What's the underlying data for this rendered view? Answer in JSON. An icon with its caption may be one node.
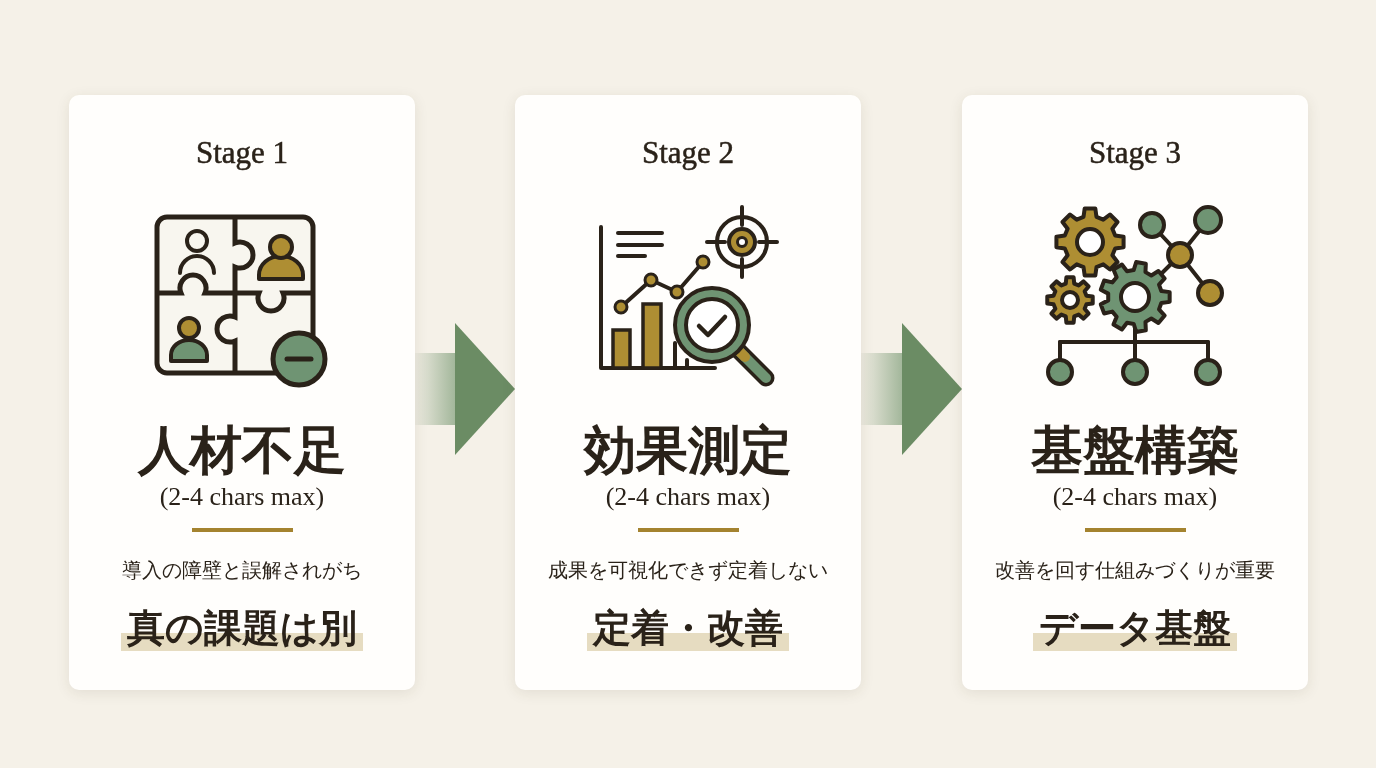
{
  "diagram": {
    "nodes": [
      {
        "text": [
          "Stage 1",
          "人材不足",
          "(2-4 chars max)",
          "導入の障壁と誤解されがち",
          "真の課題は別"
        ]
      },
      {
        "text": [
          "Stage 2",
          "効果測定",
          "(2-4 chars max)",
          "成果を可視化できず定着しない",
          "定着・改善"
        ]
      },
      {
        "text": [
          "Stage 3",
          "基盤構築",
          "(2-4 chars max)",
          "改善を回す仕組みづくりが重要",
          "データ基盤"
        ]
      }
    ],
    "edges": [
      {
        "from": 0,
        "to": 1,
        "arrow": "to"
      },
      {
        "from": 1,
        "to": 2,
        "arrow": "to"
      }
    ]
  }
}
